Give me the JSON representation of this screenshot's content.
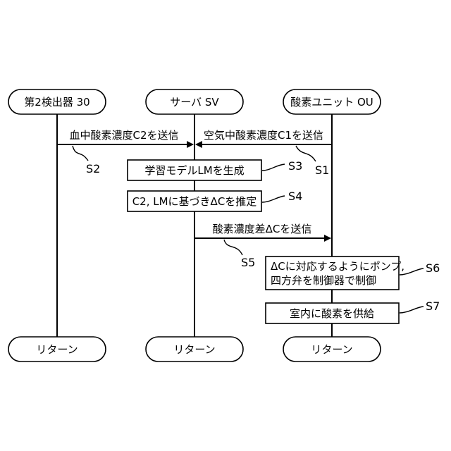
{
  "lifelines": {
    "detector": {
      "label": "第2検出器 30",
      "end": "リターン"
    },
    "server": {
      "label": "サーバ SV",
      "end": "リターン"
    },
    "oxygen_unit": {
      "label": "酸素ユニット OU",
      "end": "リターン"
    }
  },
  "messages": {
    "blood": "血中酸素濃度C2を送信",
    "air": "空気中酸素濃度C1を送信",
    "diff": "酸素濃度差ΔCを送信"
  },
  "processes": {
    "generate_model": "学習モデルLMを生成",
    "estimate": "C2, LMに基づきΔCを推定",
    "control_line1": "ΔCに対応するようにポンプ,",
    "control_line2": "四方弁を制御器で制御",
    "supply": "室内に酸素を供給"
  },
  "steps": {
    "s1": "S1",
    "s2": "S2",
    "s3": "S3",
    "s4": "S4",
    "s5": "S5",
    "s6": "S6",
    "s7": "S7"
  }
}
